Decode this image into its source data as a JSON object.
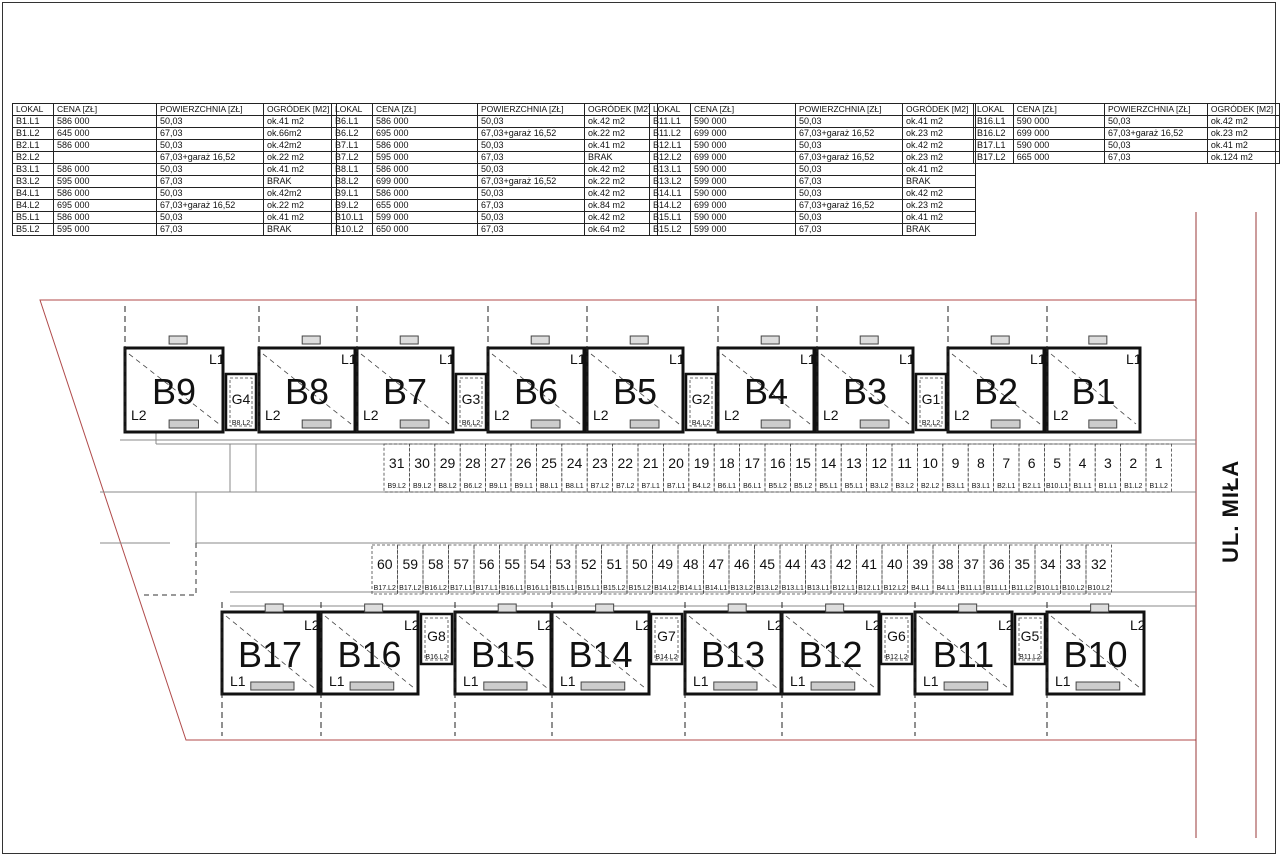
{
  "table_headers": [
    "LOKAL",
    "CENA [ZŁ]",
    "POWIERZCHNIA [ZŁ]",
    "OGRÓDEK [M2]"
  ],
  "tables": [
    [
      [
        "B1.L1",
        "586 000",
        "50,03",
        "ok.41 m2"
      ],
      [
        "B1.L2",
        "645 000",
        "67,03",
        "ok.66m2"
      ],
      [
        "B2.L1",
        "586 000",
        "50,03",
        "ok.42m2"
      ],
      [
        "B2.L2",
        "",
        "67,03+garaż 16,52",
        "ok.22 m2"
      ],
      [
        "B3.L1",
        "586 000",
        "50,03",
        "ok.41 m2"
      ],
      [
        "B3.L2",
        "595 000",
        "67,03",
        "BRAK"
      ],
      [
        "B4.L1",
        "586 000",
        "50,03",
        "ok.42m2"
      ],
      [
        "B4.L2",
        "695 000",
        "67,03+garaż 16,52",
        "ok.22 m2"
      ],
      [
        "B5.L1",
        "586 000",
        "50,03",
        "ok.41 m2"
      ],
      [
        "B5.L2",
        "595 000",
        "67,03",
        "BRAK"
      ]
    ],
    [
      [
        "B6.L1",
        "586 000",
        "50,03",
        "ok.42 m2"
      ],
      [
        "B6.L2",
        "695 000",
        "67,03+garaż 16,52",
        "ok.22 m2"
      ],
      [
        "B7.L1",
        "586 000",
        "50,03",
        "ok.41 m2"
      ],
      [
        "B7.L2",
        "595 000",
        "67,03",
        "BRAK"
      ],
      [
        "B8.L1",
        "586 000",
        "50,03",
        "ok.42 m2"
      ],
      [
        "B8.L2",
        "699 000",
        "67,03+garaż 16,52",
        "ok.22 m2"
      ],
      [
        "B9.L1",
        "586 000",
        "50,03",
        "ok.42 m2"
      ],
      [
        "B9.L2",
        "655 000",
        "67,03",
        "ok.84 m2"
      ],
      [
        "B10.L1",
        "599 000",
        "50,03",
        "ok.42 m2"
      ],
      [
        "B10.L2",
        "650 000",
        "67,03",
        "ok.64 m2"
      ]
    ],
    [
      [
        "B11.L1",
        "590 000",
        "50,03",
        "ok.41 m2"
      ],
      [
        "B11.L2",
        "699 000",
        "67,03+garaż 16,52",
        "ok.23 m2"
      ],
      [
        "B12.L1",
        "590 000",
        "50,03",
        "ok.42 m2"
      ],
      [
        "B12.L2",
        "699 000",
        "67,03+garaż 16,52",
        "ok.23 m2"
      ],
      [
        "B13.L1",
        "590 000",
        "50,03",
        "ok.41 m2"
      ],
      [
        "B13.L2",
        "599 000",
        "67,03",
        "BRAK"
      ],
      [
        "B14.L1",
        "590 000",
        "50,03",
        "ok.42 m2"
      ],
      [
        "B14.L2",
        "699 000",
        "67,03+garaż 16,52",
        "ok.23 m2"
      ],
      [
        "B15.L1",
        "590 000",
        "50,03",
        "ok.41 m2"
      ],
      [
        "B15.L2",
        "599 000",
        "67,03",
        "BRAK"
      ]
    ],
    [
      [
        "B16.L1",
        "590 000",
        "50,03",
        "ok.42 m2"
      ],
      [
        "B16.L2",
        "699 000",
        "67,03+garaż 16,52",
        "ok.23 m2"
      ],
      [
        "B17.L1",
        "590 000",
        "50,03",
        "ok.41 m2"
      ],
      [
        "B17.L2",
        "665 000",
        "67,03",
        "ok.124 m2"
      ]
    ]
  ],
  "street_label": "UL. MIŁA",
  "top_buildings": [
    "B9",
    "G4",
    "B8",
    "B7",
    "G3",
    "B6",
    "B5",
    "G2",
    "B4",
    "B3",
    "G1",
    "B2",
    "B1"
  ],
  "bottom_buildings": [
    "B17",
    "B16",
    "G8",
    "B15",
    "B14",
    "G7",
    "B13",
    "B12",
    "G6",
    "B11",
    "G5",
    "B10"
  ],
  "garage_subs": {
    "G4": "B8.L2",
    "G3": "B6.L2",
    "G2": "B4.L2",
    "G1": "B2.L2",
    "G8": "B16.L2",
    "G7": "B14.L2",
    "G6": "B12.L2",
    "G5": "B11.L2"
  },
  "unit_labels": {
    "l1": "L1",
    "l2": "L2"
  },
  "top_spots": [
    [
      "31",
      "B9.L2"
    ],
    [
      "30",
      "B9.L2"
    ],
    [
      "29",
      "B8.L2"
    ],
    [
      "28",
      "B6.L2"
    ],
    [
      "27",
      "B9.L1"
    ],
    [
      "26",
      "B9.L1"
    ],
    [
      "25",
      "B8.L1"
    ],
    [
      "24",
      "B8.L1"
    ],
    [
      "23",
      "B7.L2"
    ],
    [
      "22",
      "B7.L2"
    ],
    [
      "21",
      "B7.L1"
    ],
    [
      "20",
      "B7.L1"
    ],
    [
      "19",
      "B4.L2"
    ],
    [
      "18",
      "B6.L1"
    ],
    [
      "17",
      "B6.L1"
    ],
    [
      "16",
      "B5.L2"
    ],
    [
      "15",
      "B5.L2"
    ],
    [
      "14",
      "B5.L1"
    ],
    [
      "13",
      "B5.L1"
    ],
    [
      "12",
      "B3.L2"
    ],
    [
      "11",
      "B3.L2"
    ],
    [
      "10",
      "B2.L2"
    ],
    [
      "9",
      "B3.L1"
    ],
    [
      "8",
      "B3.L1"
    ],
    [
      "7",
      "B2.L1"
    ],
    [
      "6",
      "B2.L1"
    ],
    [
      "5",
      "B10.L1"
    ],
    [
      "4",
      "B1.L1"
    ],
    [
      "3",
      "B1.L1"
    ],
    [
      "2",
      "B1.L2"
    ],
    [
      "1",
      "B1.L2"
    ]
  ],
  "bottom_spots": [
    [
      "60",
      "B17.L2"
    ],
    [
      "59",
      "B17.L2"
    ],
    [
      "58",
      "B16.L2"
    ],
    [
      "57",
      "B17.L1"
    ],
    [
      "56",
      "B17.L1"
    ],
    [
      "55",
      "B16.L1"
    ],
    [
      "54",
      "B16.L1"
    ],
    [
      "53",
      "B15.L1"
    ],
    [
      "52",
      "B15.L1"
    ],
    [
      "51",
      "B15.L2"
    ],
    [
      "50",
      "B15.L2"
    ],
    [
      "49",
      "B14.L2"
    ],
    [
      "48",
      "B14.L1"
    ],
    [
      "47",
      "B14.L1"
    ],
    [
      "46",
      "B13.L2"
    ],
    [
      "45",
      "B13.L2"
    ],
    [
      "44",
      "B13.L1"
    ],
    [
      "43",
      "B13.L1"
    ],
    [
      "42",
      "B12.L1"
    ],
    [
      "41",
      "B12.L1"
    ],
    [
      "40",
      "B12.L2"
    ],
    [
      "39",
      "B4.L1"
    ],
    [
      "38",
      "B4.L1"
    ],
    [
      "37",
      "B11.L1"
    ],
    [
      "36",
      "B11.L1"
    ],
    [
      "35",
      "B11.L2"
    ],
    [
      "34",
      "B10.L1"
    ],
    [
      "33",
      "B10.L2"
    ],
    [
      "32",
      "B10.L2"
    ]
  ]
}
